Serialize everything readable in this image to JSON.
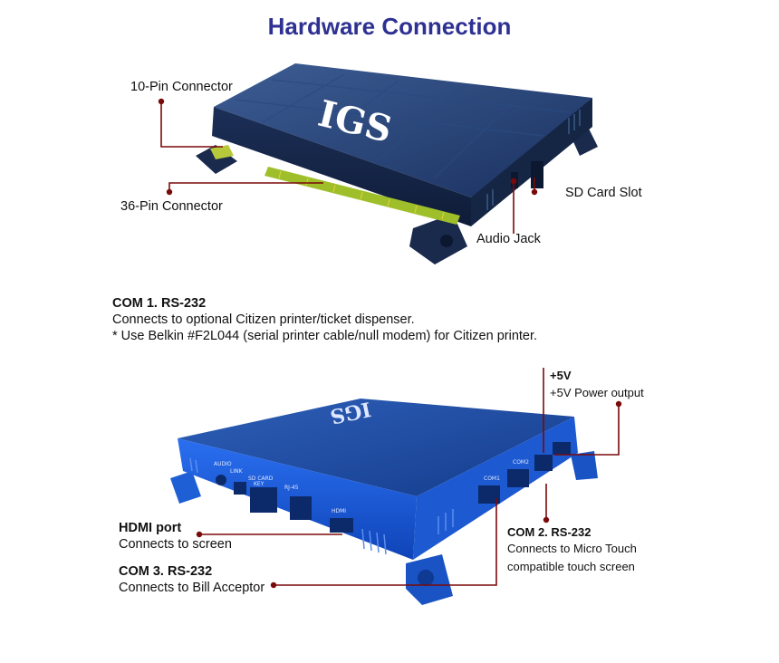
{
  "title": "Hardware Connection",
  "top_labels": {
    "pin10": "10-Pin Connector",
    "pin36": "36-Pin Connector",
    "sd_slot": "SD Card Slot",
    "audio_jack": "Audio Jack"
  },
  "com1": {
    "heading": "COM 1. RS-232",
    "line1": "Connects to optional Citizen printer/ticket dispenser.",
    "line2": "* Use Belkin #F2L044 (serial printer cable/null modem) for Citizen printer."
  },
  "power": {
    "heading": "+5V",
    "desc": "+5V Power output"
  },
  "hdmi": {
    "heading": "HDMI port",
    "desc": "Connects to screen"
  },
  "com3": {
    "heading": "COM 3. RS-232",
    "desc": "Connects to Bill Acceptor"
  },
  "com2": {
    "heading": "COM 2. RS-232",
    "line1": "Connects to Micro Touch",
    "line2": "compatible touch screen"
  },
  "device_marks": {
    "logo": "IGS",
    "audio": "AUDIO",
    "link": "LINK",
    "sdcard": "SD CARD",
    "key": "KEY",
    "rj45": "RJ-45",
    "hdmi": "HDMI",
    "com1": "COM1",
    "com2": "COM2"
  },
  "colors": {
    "title": "#2e3192",
    "leader": "#7a0a0a",
    "top_device": "#1e3a6b",
    "bottom_device": "#1f5fd6"
  }
}
